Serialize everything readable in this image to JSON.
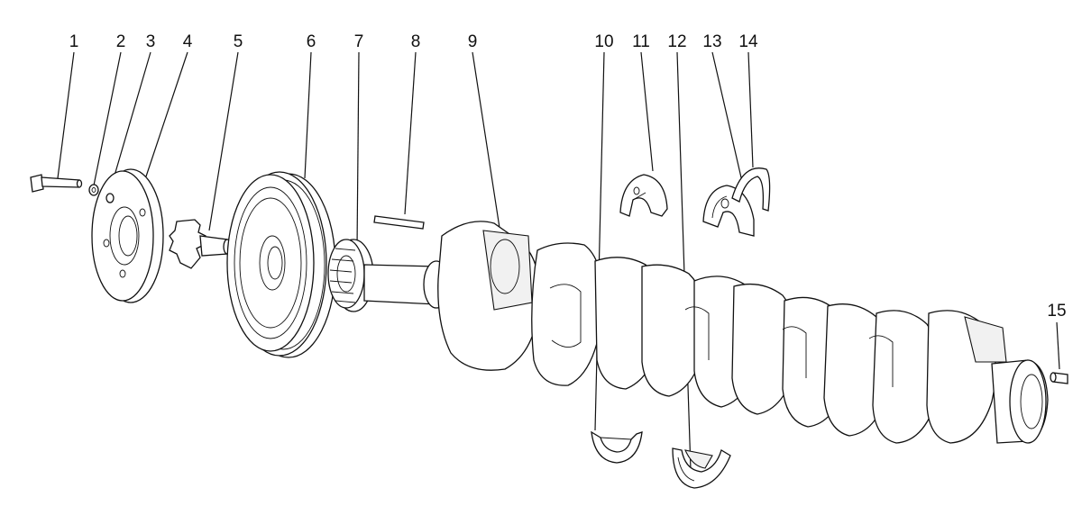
{
  "callouts": [
    {
      "id": "1",
      "text": "1"
    },
    {
      "id": "2",
      "text": "2"
    },
    {
      "id": "3",
      "text": "3"
    },
    {
      "id": "4",
      "text": "4"
    },
    {
      "id": "5",
      "text": "5"
    },
    {
      "id": "6",
      "text": "6"
    },
    {
      "id": "7",
      "text": "7"
    },
    {
      "id": "8",
      "text": "8"
    },
    {
      "id": "9",
      "text": "9"
    },
    {
      "id": "10",
      "text": "10"
    },
    {
      "id": "11",
      "text": "11"
    },
    {
      "id": "12",
      "text": "12"
    },
    {
      "id": "13",
      "text": "13"
    },
    {
      "id": "14",
      "text": "14"
    },
    {
      "id": "15",
      "text": "15"
    }
  ],
  "colors": {
    "line": "#111111",
    "background": "#ffffff",
    "shade": "#f1f1f1"
  }
}
